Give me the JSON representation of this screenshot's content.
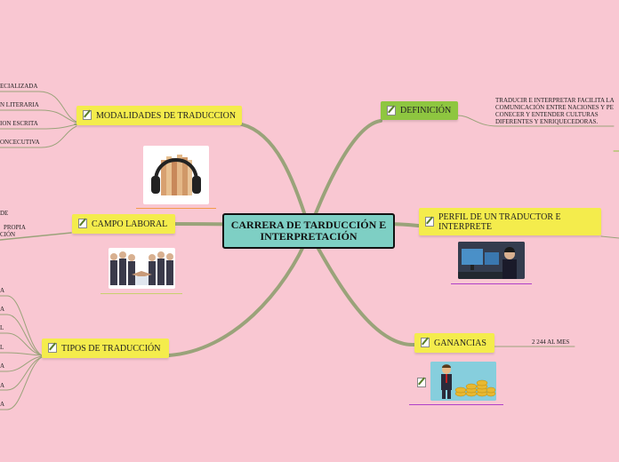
{
  "central": {
    "title": "CARRERA DE TARDUCCIÓN E INTERPRETACIÓN"
  },
  "topics": {
    "modalidades": "MODALIDADES DE TRADUCCION",
    "campo_laboral": "CAMPO LABORAL",
    "tipos": "TIPOS DE TRADUCCIÓN",
    "definicion": "DEFINICIÓN",
    "perfil": "PERFIL DE UN TRADUCTOR E INTERPRETE",
    "ganancias": "GANANCIAS"
  },
  "modalidades_leaves": [
    "ECIALIZADA",
    "N LITERARIA",
    "ION ESCRITA",
    "ONCECUTIVA"
  ],
  "campo_leaves": [
    "DE",
    "PROPIA",
    "CIÓN"
  ],
  "tipos_leaves": [
    "A",
    "A",
    "L",
    "L",
    "A",
    "A",
    "A"
  ],
  "definicion_note": "TRADUCIR E INTERPRETAR FACILITA LA COMUNICACIÓN ENTRE NACIONES Y PE CONECER Y ENTENDER CULTURAS DIFERENTES Y ENRIQUECEDORAS.",
  "ganancias_value": "2 244 AL MES",
  "colors": {
    "background": "#f9c7d2",
    "branch": "#9aa37a",
    "central_fill": "#7ecfc4",
    "topic_yellow": "#f4ec4c",
    "topic_green": "#8ec640"
  },
  "icons": [
    "note-icon",
    "headphones-books-image",
    "handshake-group-image",
    "computer-worker-image",
    "money-businessman-image"
  ]
}
